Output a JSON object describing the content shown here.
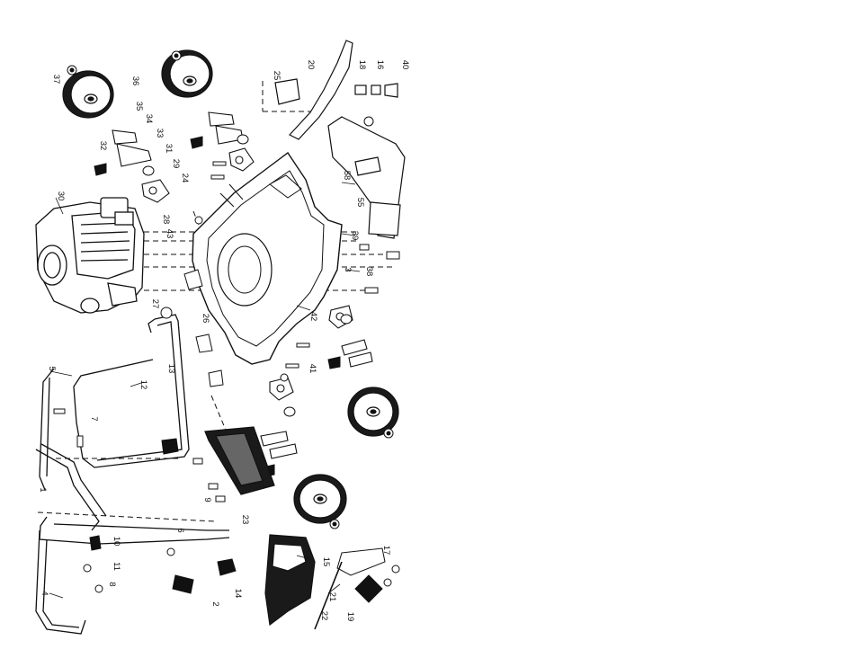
{
  "diagram": {
    "callouts": [
      {
        "label": "37"
      },
      {
        "label": "36"
      },
      {
        "label": "35"
      },
      {
        "label": "34"
      },
      {
        "label": "33"
      },
      {
        "label": "32"
      },
      {
        "label": "31"
      },
      {
        "label": "29"
      },
      {
        "label": "24"
      },
      {
        "label": "30"
      },
      {
        "label": "28"
      },
      {
        "label": "43"
      },
      {
        "label": "27"
      },
      {
        "label": "26"
      },
      {
        "label": "5"
      },
      {
        "label": "12"
      },
      {
        "label": "13"
      },
      {
        "label": "7"
      },
      {
        "label": "1"
      },
      {
        "label": "4"
      },
      {
        "label": "10"
      },
      {
        "label": "11"
      },
      {
        "label": "8"
      },
      {
        "label": "2"
      },
      {
        "label": "6"
      },
      {
        "label": "14"
      },
      {
        "label": "9"
      },
      {
        "label": "23"
      },
      {
        "label": "15"
      },
      {
        "label": "22"
      },
      {
        "label": "21"
      },
      {
        "label": "19"
      },
      {
        "label": "17"
      },
      {
        "label": "20"
      },
      {
        "label": "25"
      },
      {
        "label": "18"
      },
      {
        "label": "16"
      },
      {
        "label": "40"
      },
      {
        "label": "58"
      },
      {
        "label": "55"
      },
      {
        "label": "39"
      },
      {
        "label": "38"
      },
      {
        "label": "3"
      },
      {
        "label": "42"
      },
      {
        "label": "41"
      }
    ]
  }
}
